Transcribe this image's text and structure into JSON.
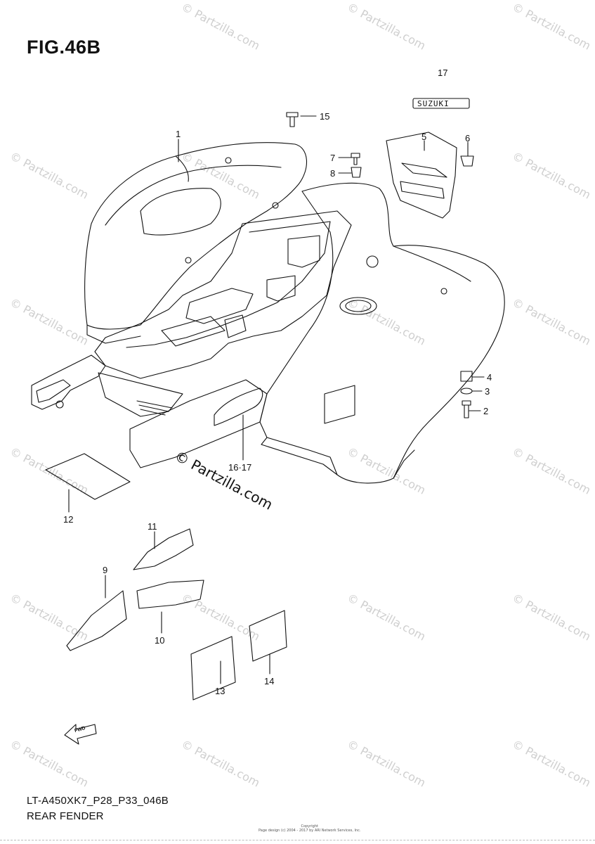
{
  "figure": {
    "title": "FIG.46B",
    "model_code": "LT-A450XK7_P28_P33_046B",
    "caption": "REAR FENDER"
  },
  "watermark": {
    "text": "© Partzilla.com",
    "center_text": "© Partzilla.com"
  },
  "copyright": {
    "line1": "Copyright",
    "line2": "Page design (c) 2004 - 2017 by ARI Network Services, Inc."
  },
  "logo": {
    "brand_text": "SUZUKI"
  },
  "callouts": [
    {
      "id": "c1",
      "label": "1"
    },
    {
      "id": "c2",
      "label": "2"
    },
    {
      "id": "c3",
      "label": "3"
    },
    {
      "id": "c4",
      "label": "4"
    },
    {
      "id": "c5",
      "label": "5"
    },
    {
      "id": "c6",
      "label": "6"
    },
    {
      "id": "c7",
      "label": "7"
    },
    {
      "id": "c8",
      "label": "8"
    },
    {
      "id": "c9",
      "label": "9"
    },
    {
      "id": "c10",
      "label": "10"
    },
    {
      "id": "c11",
      "label": "11"
    },
    {
      "id": "c12",
      "label": "12"
    },
    {
      "id": "c13",
      "label": "13"
    },
    {
      "id": "c14",
      "label": "14"
    },
    {
      "id": "c15",
      "label": "15"
    },
    {
      "id": "c16",
      "label": "16·17"
    },
    {
      "id": "c17",
      "label": "17"
    }
  ],
  "fwd_arrow": {
    "label": "FWD"
  }
}
